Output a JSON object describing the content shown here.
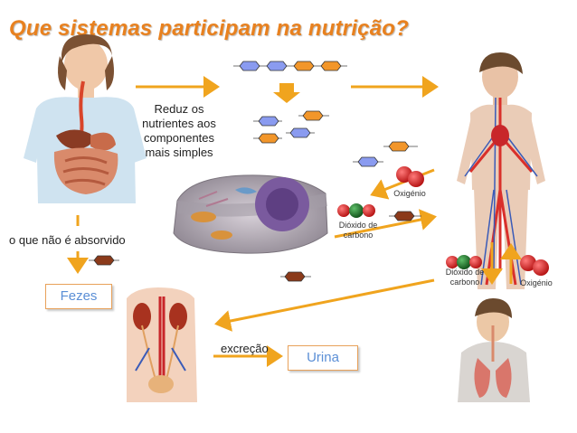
{
  "title": "Que sistemas participam na nutrição?",
  "labels": {
    "reduz": [
      "Reduz os",
      "nutrientes aos",
      "componentes",
      "mais simples"
    ],
    "nao_absorvido": "o que não é absorvido",
    "fezes": "Fezes",
    "excrecao": "excreção",
    "urina": "Urina",
    "oxigenio_cell": "Oxigénio",
    "dioxido_cell": [
      "Dióxido de",
      "carbono"
    ],
    "dioxido_resp": [
      "Dióxido de",
      "carbono"
    ],
    "oxigenio_resp": "Oxigénio"
  },
  "colors": {
    "title": "#e8811f",
    "arrow": "#f0a41e",
    "nutrient_blue": "#8a9bf0",
    "nutrient_orange": "#f2962a",
    "waste_brown": "#8b3a1a",
    "oxygen_red": "#d81f1f",
    "co2_green": "#1f7a2a",
    "box_text": "#5b8fd6"
  }
}
